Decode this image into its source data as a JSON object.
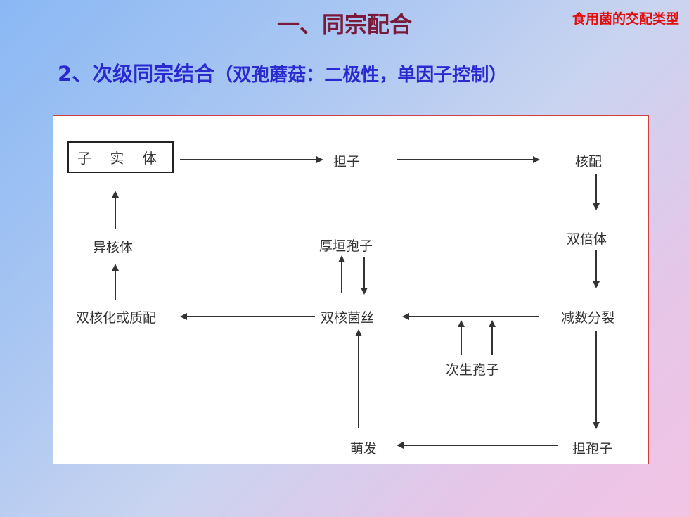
{
  "slide": {
    "title": "一、同宗配合",
    "corner_label": "食用菌的交配类型",
    "subtitle_main": "2、次级同宗结合",
    "subtitle_note": "（双孢蘑菇：二极性，单因子控制）"
  },
  "diagram": {
    "nodes": {
      "fruiting_body": "子 实 体",
      "basidium": "担子",
      "karyogamy": "核配",
      "diploid": "双倍体",
      "meiosis": "减数分裂",
      "basidiospore": "担孢子",
      "germination": "萌发",
      "dikaryotic_hyphae": "双核菌丝",
      "chlamydospore": "厚垣孢子",
      "secondary_spore": "次生孢子",
      "dikaryotization": "双核化或质配",
      "heterokaryon": "异核体"
    }
  },
  "colors": {
    "title": "#7a1a3a",
    "corner_label": "#e01010",
    "subtitle": "#2a2ad0",
    "panel_border": "#d04040",
    "arrow": "#333333"
  }
}
